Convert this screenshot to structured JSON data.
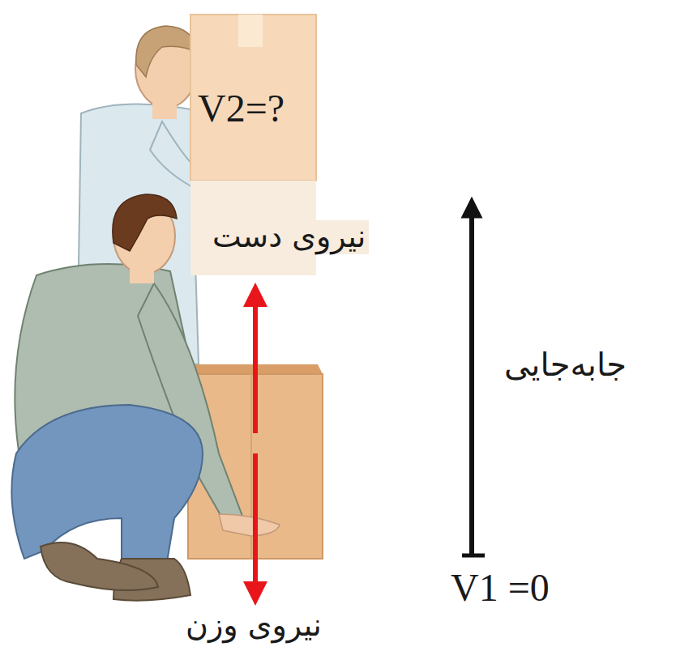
{
  "diagram": {
    "labels": [
      "V2=?",
      "نیروی دست",
      "جابه‌جایی",
      "نیروی وزن",
      "V1 =0"
    ]
  }
}
